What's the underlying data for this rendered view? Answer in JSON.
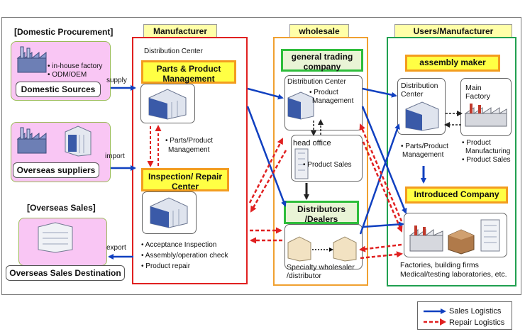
{
  "sections": {
    "domestic_procurement": "[Domestic Procurement]",
    "overseas_sales": "[Overseas Sales]"
  },
  "columns": {
    "manufacturer": "Manufacturer",
    "wholesale": "wholesale",
    "users": "Users/Manufacturer"
  },
  "left": {
    "factory_bullets": [
      "• in-house factory",
      "• ODM/OEM"
    ],
    "domestic_sources": "Domestic Sources",
    "overseas_suppliers": "Overseas suppliers",
    "overseas_sales_destination": "Overseas Sales Destination",
    "flows": {
      "supply": "supply",
      "import": "import",
      "export": "export"
    }
  },
  "manufacturer": {
    "distribution_center": "Distribution Center",
    "parts_mgmt_title": "Parts & Product Management",
    "parts_mgmt_bullets": [
      "• Parts/Product",
      "Management"
    ],
    "inspection_title": "Inspection/ Repair Center",
    "inspection_bullets": [
      "• Acceptance Inspection",
      "• Assembly/operation check",
      "• Product repair"
    ]
  },
  "wholesale": {
    "trading_company": "general trading company",
    "distribution_center": "Distribution Center",
    "dc_bullets": [
      "• Product",
      "Management"
    ],
    "head_office": "head office",
    "head_office_bullet": "• Product Sales",
    "distributors": "Distributors /Dealers",
    "distributors_caption": [
      "Specialty wholesaler",
      "/distributor"
    ]
  },
  "users": {
    "assembly_maker": "assembly maker",
    "distribution_center": [
      "Distribution",
      "Center"
    ],
    "dc_bullets": [
      "• Parts/Product",
      "Management"
    ],
    "main_factory": [
      "Main",
      "Factory"
    ],
    "factory_bullets": [
      "• Product",
      "Manufacturing",
      "• Product Sales"
    ],
    "introduced_company": "Introduced Company",
    "introduced_caption": [
      "Factories, building firms",
      "Medical/testing laboratories, etc."
    ]
  },
  "legend": {
    "sales": "Sales Logistics",
    "repair": "Repair Logistics"
  },
  "colors": {
    "sales": "#1040c0",
    "repair": "#e02020",
    "manufacturer_border": "#e02020",
    "wholesale_border": "#f0a030",
    "users_border": "#20a050"
  }
}
